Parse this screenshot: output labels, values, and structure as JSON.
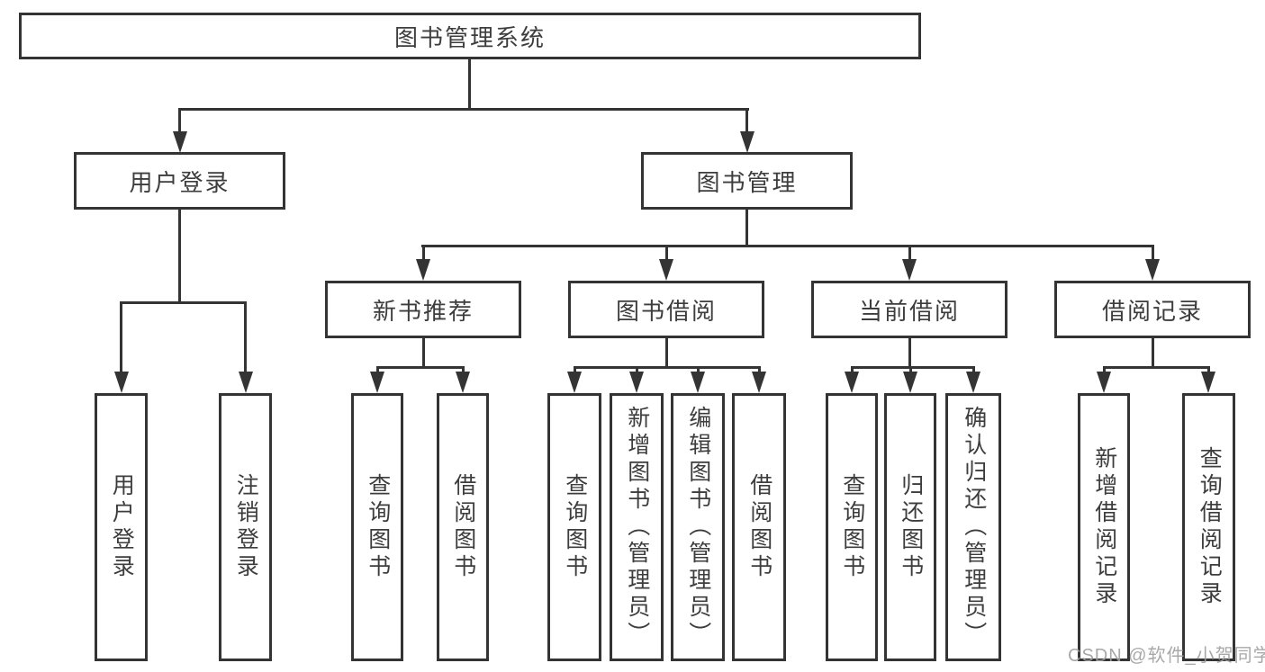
{
  "nodes": {
    "root": "图书管理系统",
    "user_login": "用户登录",
    "book_management": "图书管理",
    "new_book_recommend": "新书推荐",
    "book_borrow": "图书借阅",
    "current_borrow": "当前借阅",
    "borrow_record": "借阅记录",
    "leaf_user_login": "用户登录",
    "leaf_logout_login": "注销登录",
    "leaf_query_book_a": "查询图书",
    "leaf_borrow_book_a": "借阅图书",
    "leaf_query_book_b": "查询图书",
    "leaf_add_book_admin": "新增图书（管理员）",
    "leaf_edit_book_admin": "编辑图书（管理员）",
    "leaf_borrow_book_b": "借阅图书",
    "leaf_query_book_c": "查询图书",
    "leaf_return_book": "归还图书",
    "leaf_confirm_return_admin": "确认归还（管理员）",
    "leaf_add_borrow_record": "新增借阅记录",
    "leaf_query_borrow_record": "查询借阅记录"
  },
  "watermark": "CSDN @软件_小贺同学",
  "colors": {
    "line": "#343434",
    "text": "#3d3d3d",
    "watermark": "#9e9e9e",
    "background": "#ffffff"
  }
}
